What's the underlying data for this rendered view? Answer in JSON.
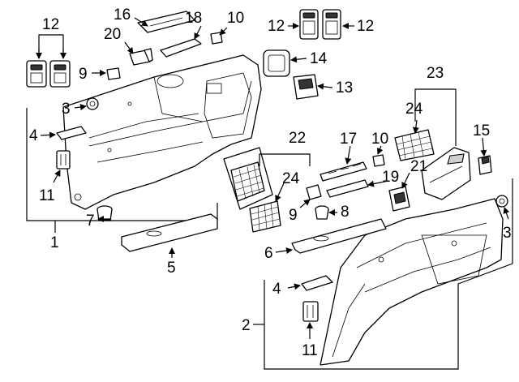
{
  "callouts": {
    "c1": "1",
    "c2": "2",
    "c3a": "3",
    "c3b": "3",
    "c4a": "4",
    "c4b": "4",
    "c5": "5",
    "c6": "6",
    "c7": "7",
    "c8": "8",
    "c9a": "9",
    "c9b": "9",
    "c10a": "10",
    "c10b": "10",
    "c11a": "11",
    "c11b": "11",
    "c12a": "12",
    "c12b": "12",
    "c12c": "12",
    "c13": "13",
    "c14": "14",
    "c15": "15",
    "c16": "16",
    "c17": "17",
    "c18": "18",
    "c19": "19",
    "c20": "20",
    "c21": "21",
    "c22": "22",
    "c23": "23",
    "c24a": "24",
    "c24b": "24"
  }
}
